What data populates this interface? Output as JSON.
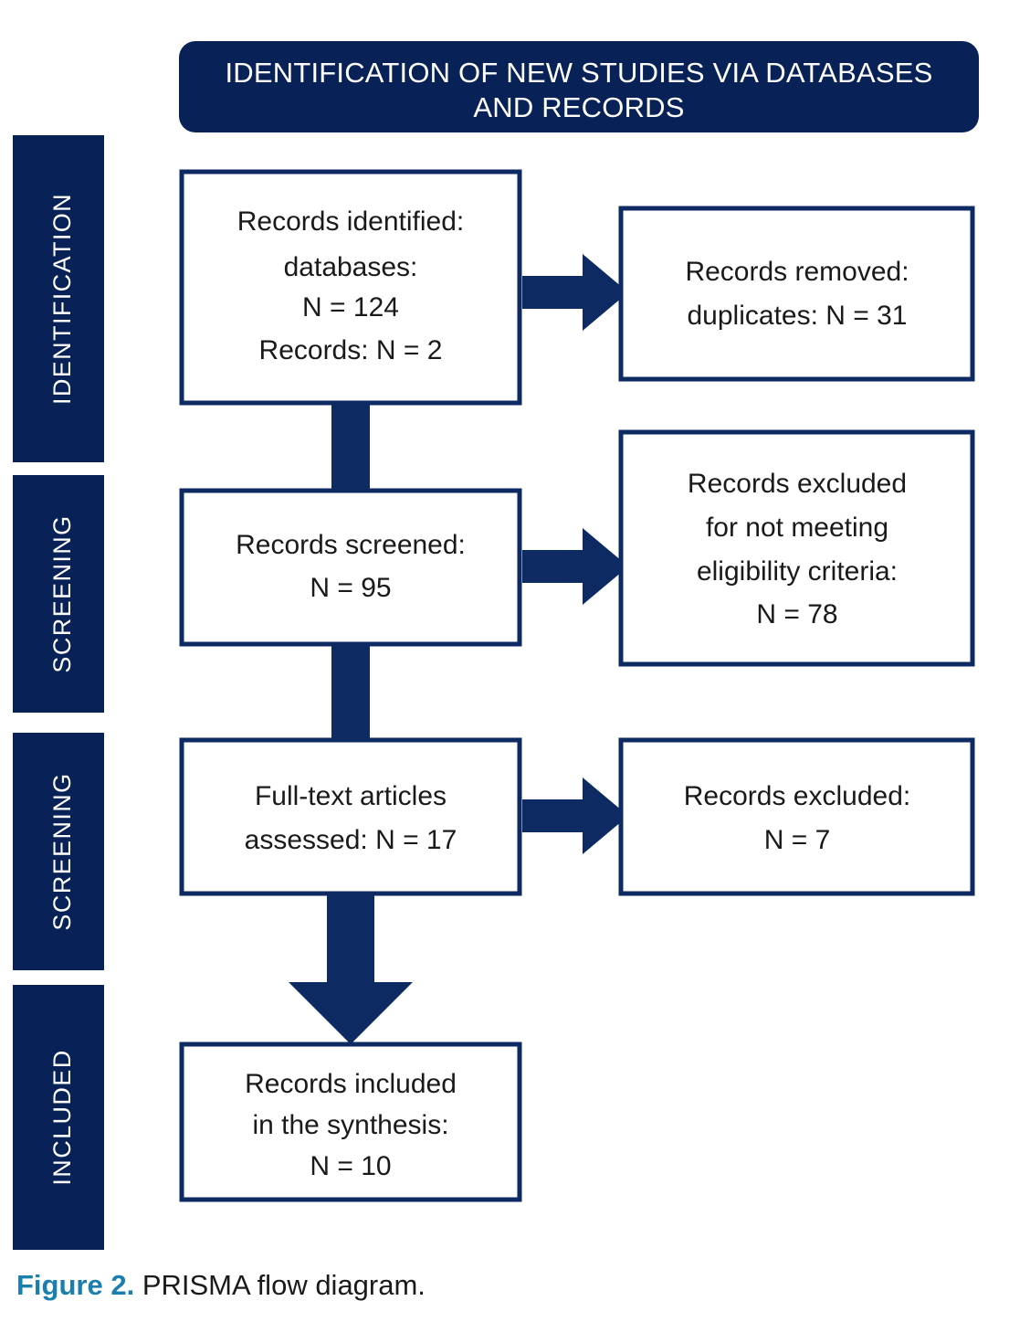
{
  "figure": {
    "header_banner": {
      "lines": [
        "IDENTIFICATION OF NEW STUDIES VIA DATABASES",
        "AND RECORDS"
      ]
    },
    "stage_bars": [
      {
        "label": "IDENTIFICATION"
      },
      {
        "label": "SCREENING"
      },
      {
        "label": "SCREENING"
      },
      {
        "label": "INCLUDED"
      }
    ],
    "boxes": {
      "records_identified": {
        "lines": [
          "Records identified:",
          "databases:",
          "N = 124",
          "Records: N = 2"
        ]
      },
      "records_removed": {
        "lines": [
          "Records removed:",
          "duplicates: N = 31"
        ]
      },
      "records_screened": {
        "lines": [
          "Records screened:",
          "N = 95"
        ]
      },
      "records_excluded_eligibility": {
        "lines": [
          "Records excluded",
          "for not meeting",
          "eligibility criteria:",
          "N = 78"
        ]
      },
      "fulltext_assessed": {
        "lines": [
          "Full-text articles",
          "assessed: N = 17"
        ]
      },
      "records_excluded": {
        "lines": [
          "Records excluded:",
          "N = 7"
        ]
      },
      "records_included": {
        "lines": [
          "Records included",
          "in the synthesis:",
          "N = 10"
        ]
      }
    },
    "caption": {
      "label": "Figure 2.",
      "text": " PRISMA flow diagram."
    },
    "colors": {
      "navy": "#082257",
      "box_border": "#0d2a63",
      "caption_accent": "#1b7fad",
      "text": "#1a1a1a",
      "background": "#ffffff"
    }
  },
  "chart_data": {
    "type": "diagram",
    "title": "IDENTIFICATION OF NEW STUDIES VIA DATABASES AND RECORDS",
    "nodes": [
      {
        "id": "records_identified",
        "stage": "IDENTIFICATION",
        "label": "Records identified: databases: N = 124 Records: N = 2",
        "value": 124
      },
      {
        "id": "records_removed",
        "stage": "IDENTIFICATION",
        "label": "Records removed: duplicates: N = 31",
        "value": 31
      },
      {
        "id": "records_screened",
        "stage": "SCREENING",
        "label": "Records screened: N = 95",
        "value": 95
      },
      {
        "id": "records_excluded_eligibility",
        "stage": "SCREENING",
        "label": "Records excluded for not meeting eligibility criteria: N = 78",
        "value": 78
      },
      {
        "id": "fulltext_assessed",
        "stage": "SCREENING",
        "label": "Full-text articles assessed: N = 17",
        "value": 17
      },
      {
        "id": "records_excluded",
        "stage": "SCREENING",
        "label": "Records excluded: N = 7",
        "value": 7
      },
      {
        "id": "records_included",
        "stage": "INCLUDED",
        "label": "Records included in the synthesis: N = 10",
        "value": 10
      }
    ],
    "edges": [
      {
        "from": "records_identified",
        "to": "records_removed",
        "direction": "right"
      },
      {
        "from": "records_identified",
        "to": "records_screened",
        "direction": "down"
      },
      {
        "from": "records_screened",
        "to": "records_excluded_eligibility",
        "direction": "right"
      },
      {
        "from": "records_screened",
        "to": "fulltext_assessed",
        "direction": "down"
      },
      {
        "from": "fulltext_assessed",
        "to": "records_excluded",
        "direction": "right"
      },
      {
        "from": "fulltext_assessed",
        "to": "records_included",
        "direction": "down"
      }
    ]
  }
}
